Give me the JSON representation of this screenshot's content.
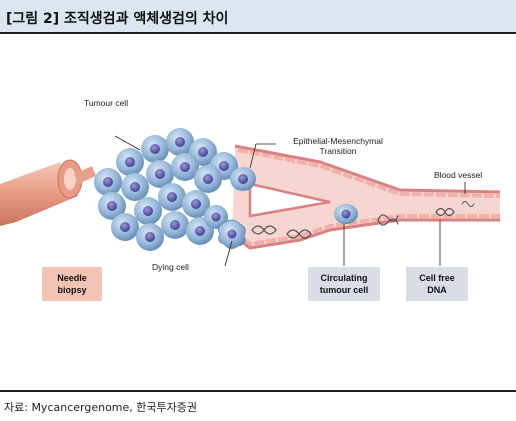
{
  "figure": {
    "title": "[그림 2] 조직생검과 액체생검의 차이",
    "source": "자료: Mycancergenome,  한국투자증권"
  },
  "diagram": {
    "labels": {
      "tumour_cell": "Tumour cell",
      "emt_line1": "Epithelial-Mesenchymal",
      "emt_line2": "Transition",
      "blood_vessel": "Blood vessel",
      "dying_cell": "Dying cell"
    },
    "boxes": {
      "needle_line1": "Needle",
      "needle_line2": "biopsy",
      "ctc_line1": "Circulating",
      "ctc_line2": "tumour cell",
      "dna_line1": "Cell free",
      "dna_line2": "DNA"
    }
  },
  "colors": {
    "header_bg": "#dce6f1",
    "vessel_fill": "#f7d6d2",
    "vessel_wall": "#e08e8e",
    "tumour_cell": "#8fb3d6",
    "nucleus": "#5a56a8",
    "needle": "#e9a48f",
    "needle_box": "#f3c4b5",
    "info_box": "#d9dee6"
  }
}
